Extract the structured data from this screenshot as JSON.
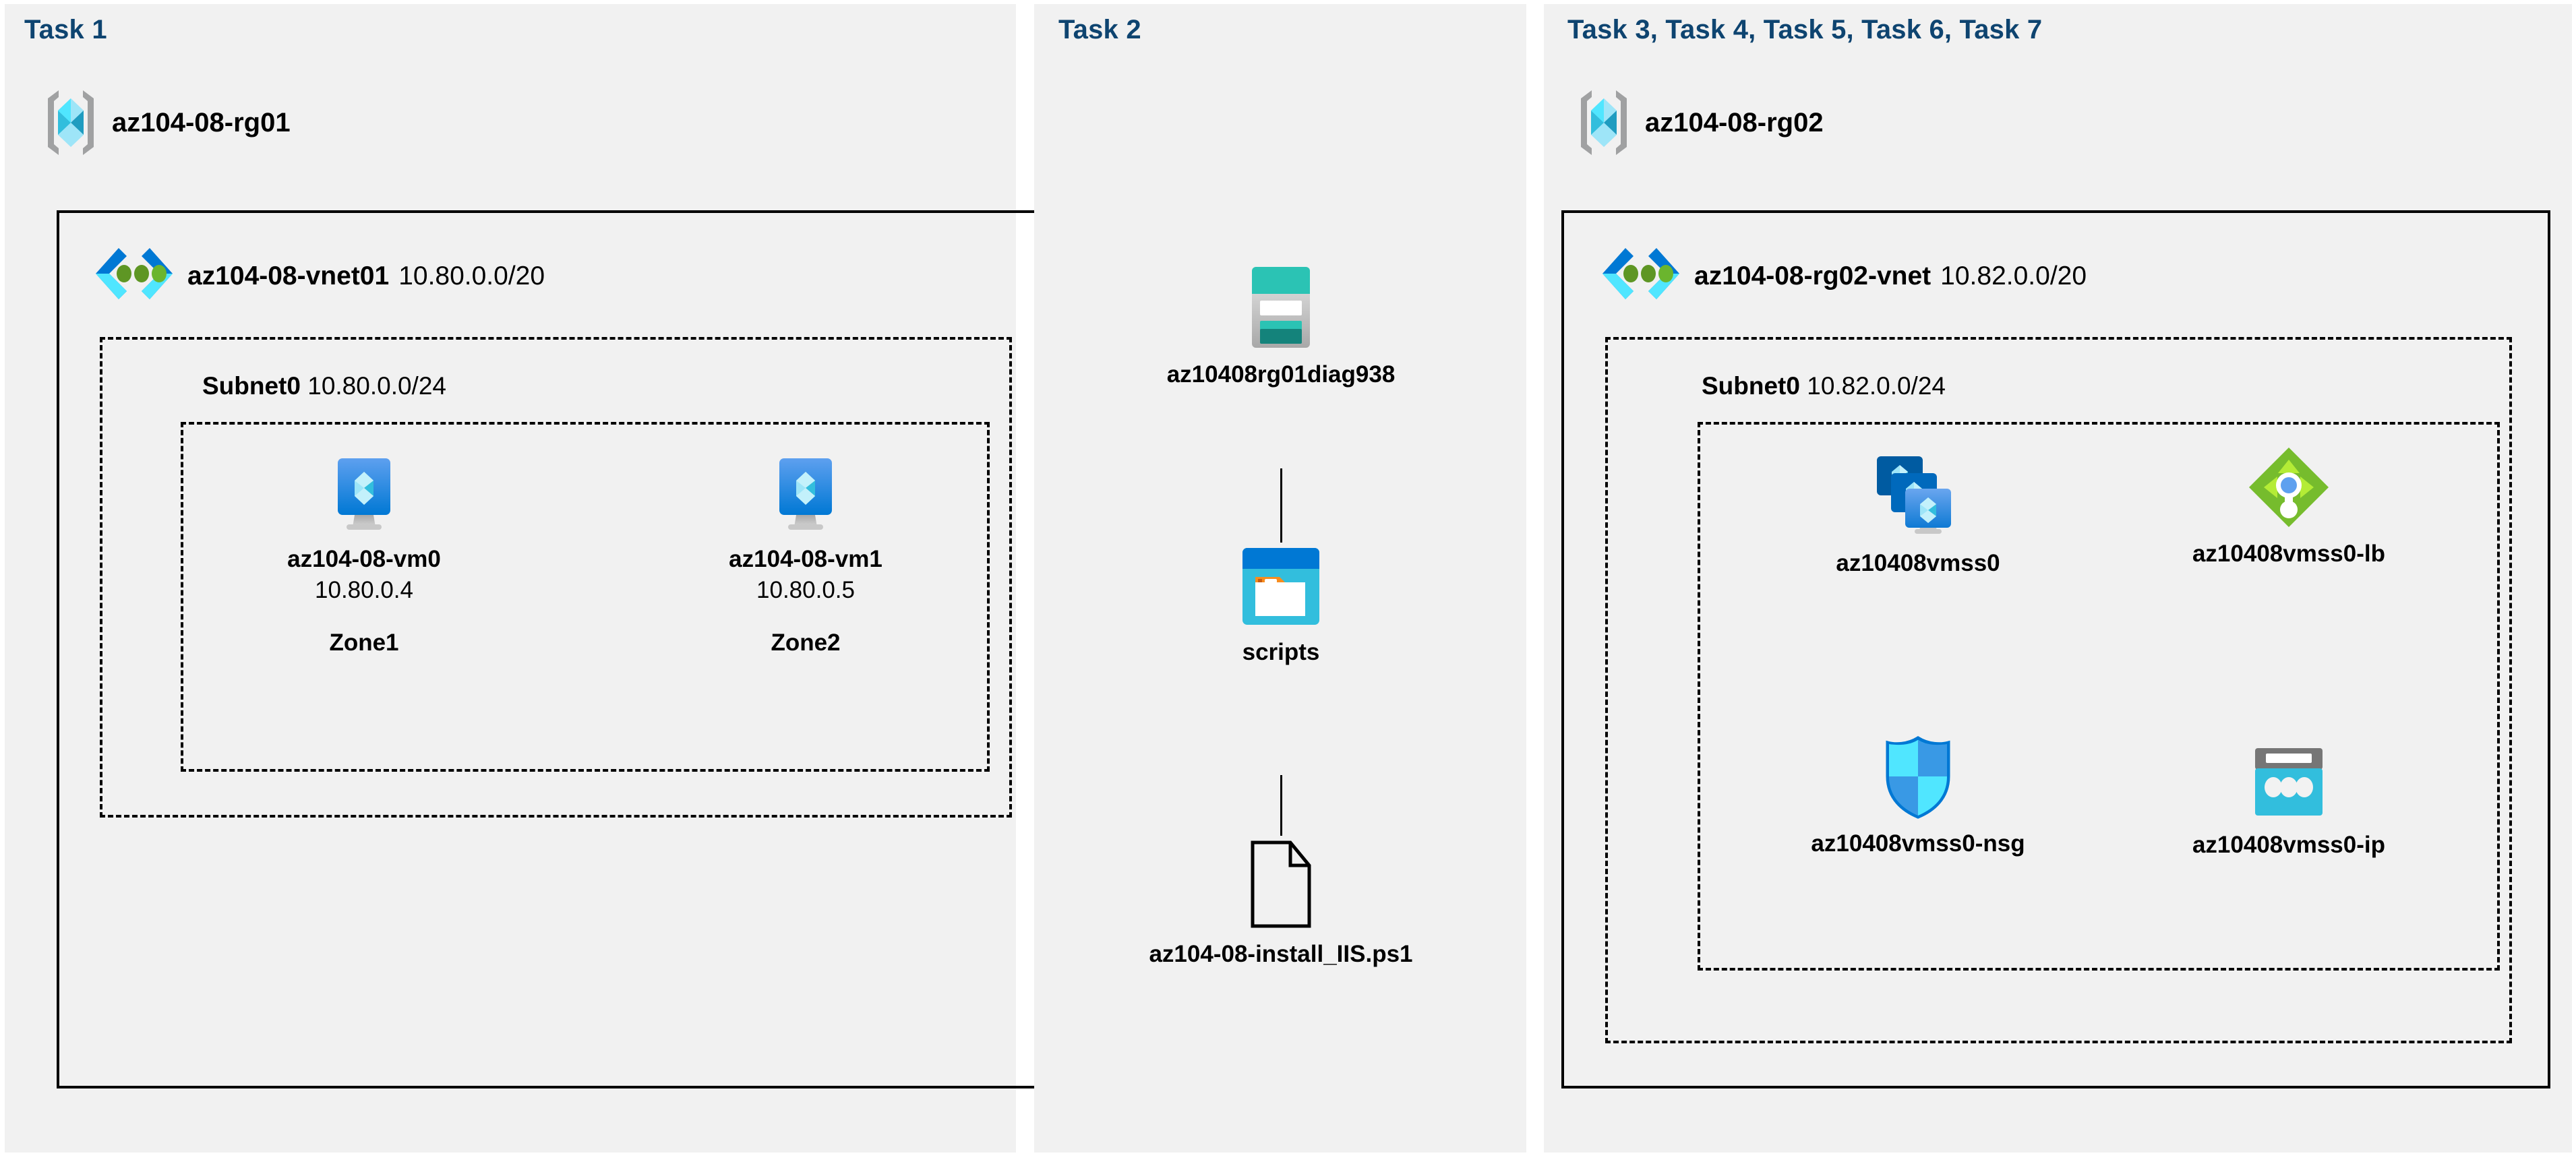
{
  "diagram": {
    "title_color": "#0e4470",
    "panel_bg": "#f1f1f1",
    "panels": [
      {
        "id": "panel-task1",
        "task_label": "Task 1"
      },
      {
        "id": "panel-task2",
        "task_label": "Task 2"
      },
      {
        "id": "panel-task3-7",
        "task_label": "Task 3, Task 4, Task 5, Task 6, Task 7"
      }
    ]
  },
  "task1": {
    "task_label": "Task 1",
    "resource_group": {
      "name": "az104-08-rg01",
      "icon": "resource-group-icon"
    },
    "vnet": {
      "name": "az104-08-vnet01",
      "cidr": "10.80.0.0/20",
      "icon": "virtual-network-icon"
    },
    "subnet": {
      "name": "Subnet0",
      "cidr": "10.80.0.0/24"
    },
    "vms": [
      {
        "name": "az104-08-vm0",
        "ip": "10.80.0.4",
        "zone": "Zone1",
        "icon": "virtual-machine-icon"
      },
      {
        "name": "az104-08-vm1",
        "ip": "10.80.0.5",
        "zone": "Zone2",
        "icon": "virtual-machine-icon"
      }
    ]
  },
  "task2": {
    "task_label": "Task 2",
    "items": [
      {
        "name": "az10408rg01diag938",
        "icon": "storage-account-icon"
      },
      {
        "name": "scripts",
        "icon": "blob-container-icon"
      },
      {
        "name": "az104-08-install_IIS.ps1",
        "icon": "file-icon"
      }
    ]
  },
  "task3to7": {
    "task_label": "Task 3, Task 4, Task 5, Task 6, Task 7",
    "resource_group": {
      "name": "az104-08-rg02",
      "icon": "resource-group-icon"
    },
    "vnet": {
      "name": "az104-08-rg02-vnet",
      "cidr": "10.82.0.0/20",
      "icon": "virtual-network-icon"
    },
    "subnet": {
      "name": "Subnet0",
      "cidr": "10.82.0.0/24"
    },
    "resources": [
      {
        "name": "az10408vmss0",
        "icon": "vm-scale-set-icon"
      },
      {
        "name": "az10408vmss0-lb",
        "icon": "load-balancer-icon"
      },
      {
        "name": "az10408vmss0-nsg",
        "icon": "network-security-group-icon"
      },
      {
        "name": "az10408vmss0-ip",
        "icon": "public-ip-address-icon"
      }
    ]
  },
  "colors": {
    "task_heading": "#0e4470",
    "azure_cube_light": "#9ee5f8",
    "azure_cube_mid": "#32bedd",
    "azure_cube_dark": "#1f9cc0",
    "rg_bracket": "#a0a1a2",
    "vnet_chevron_dark": "#0078d4",
    "vnet_chevron_light": "#50e6ff",
    "vnet_dot_green": "#5e9624",
    "vm_blue_top": "#5ea0ef",
    "vm_blue_bottom": "#0078d4",
    "storage_teal": "#2bc3b4",
    "storage_teal_dark": "#14837b",
    "container_blue": "#0078d4",
    "container_cyan": "#32bedd",
    "container_orange": "#f78d1e",
    "lb_green_dark": "#76bc2d",
    "lb_green_light": "#b4ec36",
    "lb_center_blue": "#5ea0ef",
    "nsg_cyan": "#50e6ff",
    "nsg_blue": "#3999e5",
    "pip_gray": "#767676",
    "pip_cyan": "#32bedd"
  }
}
